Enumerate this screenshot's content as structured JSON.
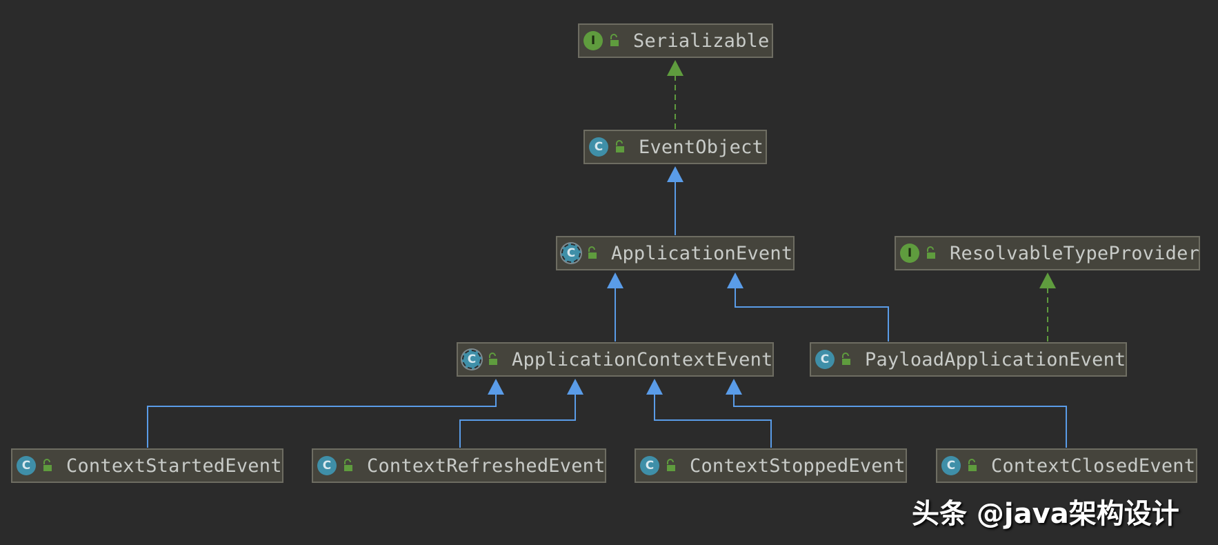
{
  "diagram": {
    "nodes": [
      {
        "id": "serializable",
        "kind": "interface",
        "badge_letter": "I",
        "label": "Serializable"
      },
      {
        "id": "eventobject",
        "kind": "class",
        "badge_letter": "C",
        "label": "EventObject"
      },
      {
        "id": "applicationevent",
        "kind": "abstract",
        "badge_letter": "C",
        "label": "ApplicationEvent"
      },
      {
        "id": "resolvabletypeprovider",
        "kind": "interface",
        "badge_letter": "I",
        "label": "ResolvableTypeProvider"
      },
      {
        "id": "applicationcontextevent",
        "kind": "abstract",
        "badge_letter": "C",
        "label": "ApplicationContextEvent"
      },
      {
        "id": "payloadapplicationevent",
        "kind": "class",
        "badge_letter": "C",
        "label": "PayloadApplicationEvent"
      },
      {
        "id": "contextstartedevent",
        "kind": "class",
        "badge_letter": "C",
        "label": "ContextStartedEvent"
      },
      {
        "id": "contextrefreshedevent",
        "kind": "class",
        "badge_letter": "C",
        "label": "ContextRefreshedEvent"
      },
      {
        "id": "contextstoppedevent",
        "kind": "class",
        "badge_letter": "C",
        "label": "ContextStoppedEvent"
      },
      {
        "id": "contextclosedevent",
        "kind": "class",
        "badge_letter": "C",
        "label": "ContextClosedEvent"
      }
    ],
    "edges": [
      {
        "from": "eventobject",
        "to": "serializable",
        "type": "implements"
      },
      {
        "from": "applicationevent",
        "to": "eventobject",
        "type": "extends"
      },
      {
        "from": "applicationcontextevent",
        "to": "applicationevent",
        "type": "extends"
      },
      {
        "from": "payloadapplicationevent",
        "to": "applicationevent",
        "type": "extends"
      },
      {
        "from": "payloadapplicationevent",
        "to": "resolvabletypeprovider",
        "type": "implements"
      },
      {
        "from": "contextstartedevent",
        "to": "applicationcontextevent",
        "type": "extends"
      },
      {
        "from": "contextrefreshedevent",
        "to": "applicationcontextevent",
        "type": "extends"
      },
      {
        "from": "contextstoppedevent",
        "to": "applicationcontextevent",
        "type": "extends"
      },
      {
        "from": "contextclosedevent",
        "to": "applicationcontextevent",
        "type": "extends"
      }
    ],
    "colors": {
      "background": "#2b2b2b",
      "node_fill": "#45443c",
      "node_border": "#6e6d62",
      "extends_line": "#5a9ce8",
      "implements_line": "#5f9c3e"
    }
  },
  "watermark": "头条 @java架构设计"
}
